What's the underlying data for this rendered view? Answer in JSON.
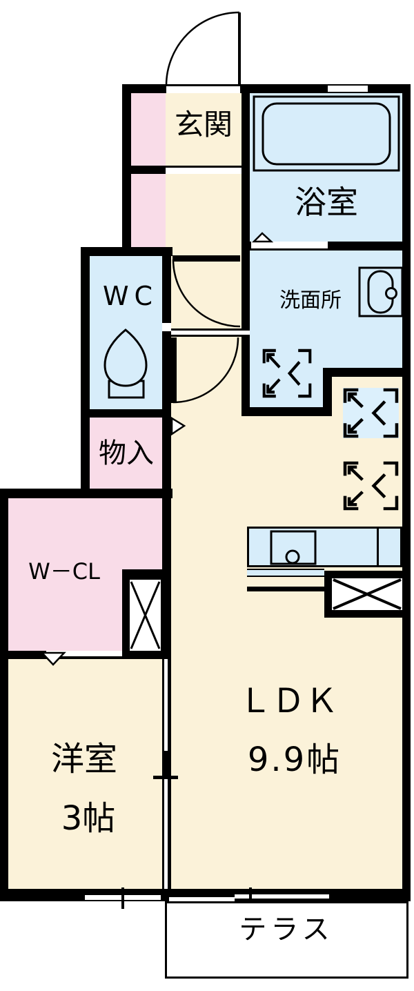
{
  "floorplan": {
    "type": "apartment-floorplan",
    "rooms": {
      "genkan": {
        "label": "玄関"
      },
      "bathroom": {
        "label": "浴室"
      },
      "wc": {
        "label": "WC"
      },
      "washroom": {
        "label": "洗面所"
      },
      "storage": {
        "label": "物入"
      },
      "walk_in_closet": {
        "label": "W－CL"
      },
      "western_room": {
        "label": "洋室",
        "size": "3帖"
      },
      "ldk": {
        "label": "ＬＤＫ",
        "size": "9.9帖"
      },
      "terrace": {
        "label": "テラス"
      }
    },
    "fixtures": [
      "bathtub",
      "washbasin",
      "toilet",
      "kitchen-sink",
      "kitchen-counter",
      "washing-machine-space",
      "appliance-space",
      "appliance-space",
      "refrigerator-space-cross",
      "closet-cross",
      "entrance-door-arc",
      "hall-door-arc",
      "hall-door-arc",
      "door-direction-triangle"
    ],
    "colors": {
      "room_cream": "#FBF2D9",
      "room_blue": "#D7EDFA",
      "room_pink": "#F9DCE8",
      "appliance_blue": "#DCF0FC",
      "wall": "#000000",
      "background": "#FFFFFF"
    }
  }
}
